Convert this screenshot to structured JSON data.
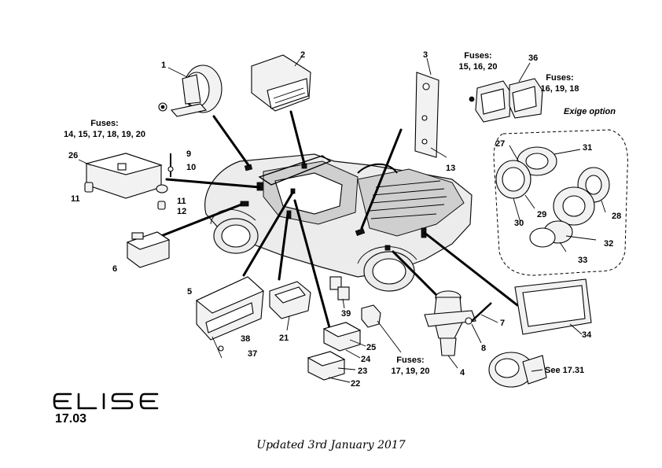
{
  "brand": {
    "logo_text": "ELISE"
  },
  "page": {
    "number": "17.03"
  },
  "footer": {
    "note": "Updated 3rd January 2017"
  },
  "fuse_notes": {
    "relay_left": [
      "Fuses:",
      "14, 15, 17, 18, 19, 20"
    ],
    "top_middle": [
      "Fuses:",
      "15, 16, 20"
    ],
    "top_right": [
      "Fuses:",
      "16, 19, 18"
    ],
    "bottom": [
      "Fuses:",
      "17, 19, 20"
    ]
  },
  "option_label": "Exige option",
  "see_ref": "See 17.31",
  "callouts": [
    "1",
    "2",
    "3",
    "4",
    "5",
    "6",
    "7",
    "8",
    "9",
    "10",
    "11",
    "11",
    "12",
    "13",
    "21",
    "22",
    "23",
    "24",
    "25",
    "26",
    "27",
    "28",
    "29",
    "30",
    "31",
    "32",
    "33",
    "34",
    "36",
    "37",
    "38",
    "39"
  ]
}
